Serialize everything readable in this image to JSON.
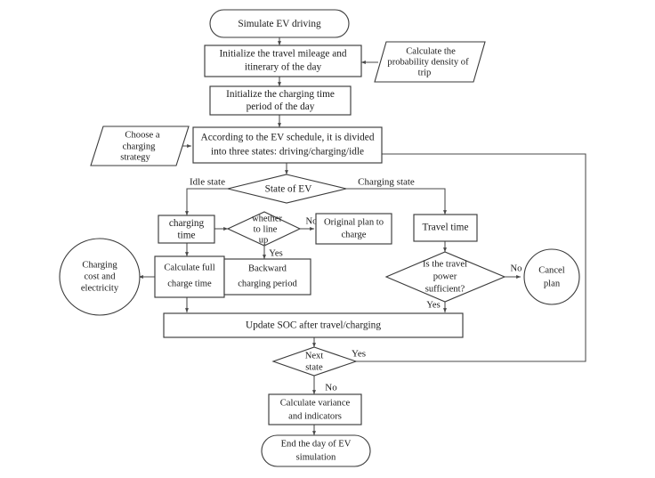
{
  "diagram": {
    "title": "EV charging simulation flowchart",
    "background_color": "#ffffff",
    "stroke_color": "#3a3a3a",
    "text_color": "#1a1a1a"
  },
  "nodes": {
    "start": {
      "label": "Simulate EV driving",
      "shape": "stadium"
    },
    "init_mileage": {
      "label_line1": "Initialize the travel mileage and",
      "label_line2": "itinerary of the day",
      "shape": "rect"
    },
    "prob_density": {
      "label_line1": "Calculate the",
      "label_line2": "probability density of",
      "label_line3": "trip",
      "shape": "parallelogram"
    },
    "init_charging_period": {
      "label_line1": "Initialize the charging time",
      "label_line2": "period of the day",
      "shape": "rect"
    },
    "choose_strategy": {
      "label_line1": "Choose a",
      "label_line2": "charging",
      "label_line3": "strategy",
      "shape": "parallelogram"
    },
    "divide_states": {
      "label_line1": "According to the EV schedule, it is divided",
      "label_line2": "into three states: driving/charging/idle",
      "shape": "rect"
    },
    "state_of_ev": {
      "label": "State of EV",
      "shape": "diamond"
    },
    "charging_time": {
      "label_line1": "charging",
      "label_line2": "time",
      "shape": "rect"
    },
    "whether_line_up": {
      "label_line1": "whether",
      "label_line2": "to line",
      "label_line3": "up",
      "shape": "diamond"
    },
    "original_plan": {
      "label_line1": "Original plan to",
      "label_line2": "charge",
      "shape": "rect"
    },
    "travel_time": {
      "label": "Travel time",
      "shape": "rect"
    },
    "charging_cost": {
      "label_line1": "Charging",
      "label_line2": "cost and",
      "label_line3": "electricity",
      "shape": "ellipse"
    },
    "calc_full_charge": {
      "label_line1": "Calculate full",
      "label_line2": "charge time",
      "shape": "rect"
    },
    "backward_period": {
      "label_line1": "Backward",
      "label_line2": "charging period",
      "shape": "rect"
    },
    "travel_power": {
      "label_line1": "Is the travel",
      "label_line2": "power",
      "label_line3": "sufficient?",
      "shape": "diamond"
    },
    "cancel_plan": {
      "label_line1": "Cancel",
      "label_line2": "plan",
      "shape": "circle"
    },
    "update_soc": {
      "label": "Update SOC after travel/charging",
      "shape": "rect"
    },
    "next_state": {
      "label_line1": "Next",
      "label_line2": "state",
      "shape": "diamond"
    },
    "calc_variance": {
      "label_line1": "Calculate variance",
      "label_line2": "and indicators",
      "shape": "rect"
    },
    "end": {
      "label_line1": "End the day of EV",
      "label_line2": "simulation",
      "shape": "stadium"
    }
  },
  "edge_labels": {
    "idle_state": "Idle state",
    "charging_state": "Charging state",
    "line_up_no": "No",
    "line_up_yes": "Yes",
    "power_no": "No",
    "power_yes": "Yes",
    "next_state_yes": "Yes",
    "next_state_no": "No"
  }
}
